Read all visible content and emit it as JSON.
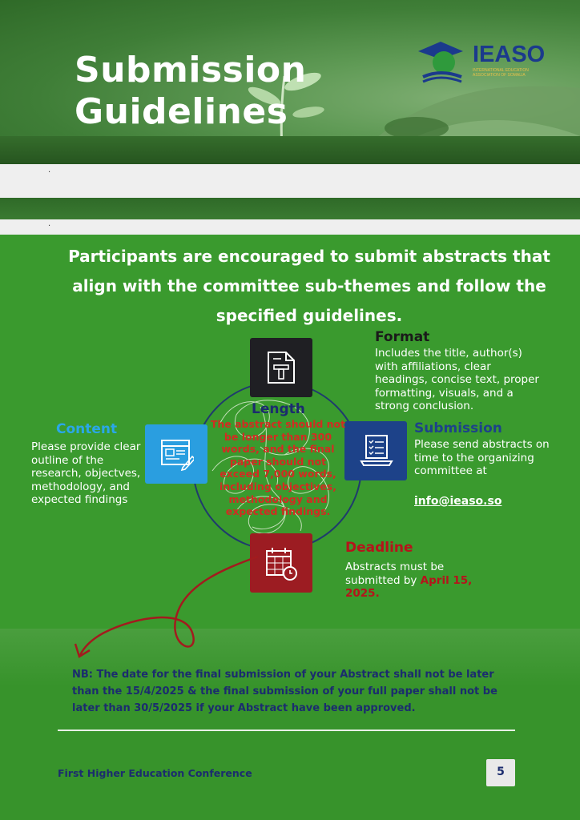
{
  "header": {
    "title_line1": "Submission",
    "title_line2": "Guidelines",
    "logo_name": "IEASO",
    "logo_subtitle": "INTERNATIONAL EDUCATION ASSOCIATION OF SOMALIA",
    "band_dot_1": ".",
    "band_dot_2": "."
  },
  "intro": "Participants are encouraged to submit abstracts that align with the committee sub-themes and follow the specified guidelines.",
  "sections": {
    "format": {
      "heading": "Format",
      "body": "Includes the title, author(s) with affiliations, clear headings, concise text, proper formatting, visuals, and a strong conclusion.",
      "icon": "document-icon",
      "color": "#1f1f23"
    },
    "length": {
      "heading": "Length",
      "body": "The abstract should not be longer than 300 words, and the final paper should not exceed 7,000 words, including objectives, methodology and expected findings."
    },
    "content": {
      "heading": "Content",
      "body": "Please provide clear outline of the research, objectves, methodology, and expected findings",
      "icon": "browser-edit-icon",
      "color": "#2a9ee0"
    },
    "submission": {
      "heading": "Submission",
      "body": "Please send abstracts on time to the organizing committee at",
      "email": "info@ieaso.so",
      "icon": "checklist-laptop-icon",
      "color": "#1d4289"
    },
    "deadline": {
      "heading": "Deadline",
      "body_prefix": "Abstracts must be submitted by",
      "date": "April 15, 2025.",
      "icon": "calendar-clock-icon",
      "color": "#9c1c22"
    }
  },
  "nb": "NB: The date for the final submission of your Abstract shall not be later than the 15/4/2025 & the final submission of your full paper shall not be later than 30/5/2025 if your Abstract have been approved.",
  "footer": {
    "conference": "First Higher Education Conference",
    "page_number": "5"
  },
  "colors": {
    "background_green": "#3a9a2e",
    "navy_text": "#1b2c6e",
    "red_text": "#b5141b"
  }
}
